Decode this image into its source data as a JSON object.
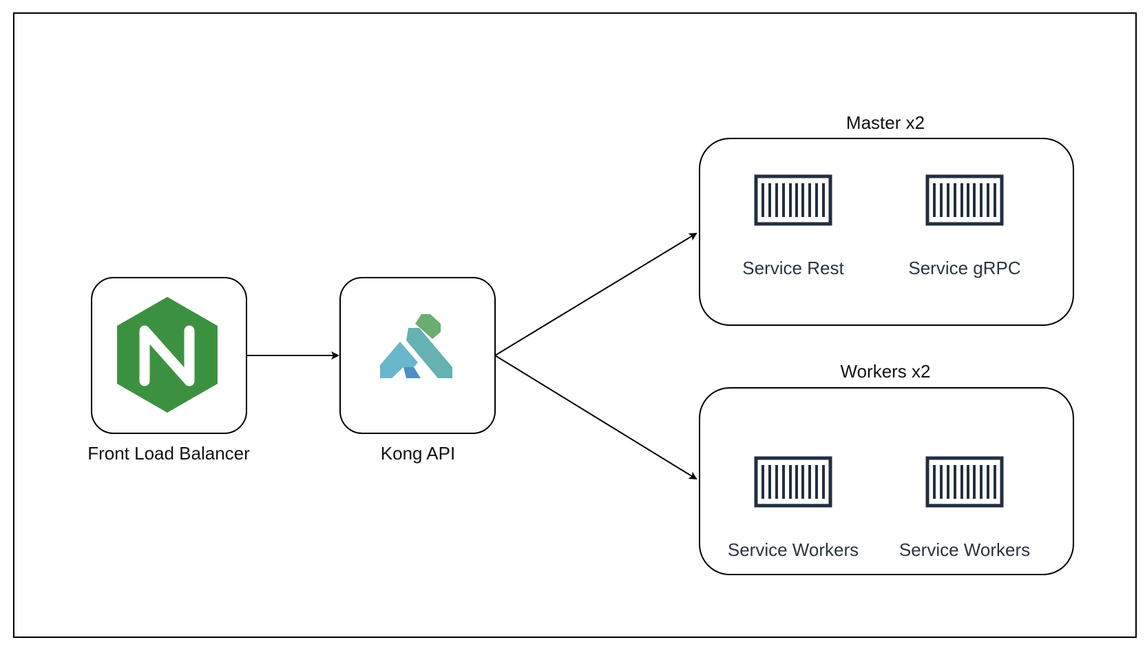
{
  "nodes": {
    "load_balancer": {
      "label": "Front Load Balancer",
      "icon": "nginx-icon"
    },
    "gateway": {
      "label": "Kong API",
      "icon": "kong-icon"
    }
  },
  "groups": {
    "master": {
      "title": "Master x2",
      "services": [
        {
          "label": "Service Rest",
          "icon": "container-icon"
        },
        {
          "label": "Service gRPC",
          "icon": "container-icon"
        }
      ]
    },
    "workers": {
      "title": "Workers x2",
      "services": [
        {
          "label": "Service Workers",
          "icon": "container-icon"
        },
        {
          "label": "Service Workers",
          "icon": "container-icon"
        }
      ]
    }
  },
  "colors": {
    "nginx_green": "#3c9140",
    "kong_teal": "#66b1b1",
    "kong_green": "#6aad6e",
    "kong_blue": "#6ab6ca",
    "kong_dark_blue": "#4f8fc4",
    "container_dark": "#232f3e",
    "line": "#000000"
  }
}
